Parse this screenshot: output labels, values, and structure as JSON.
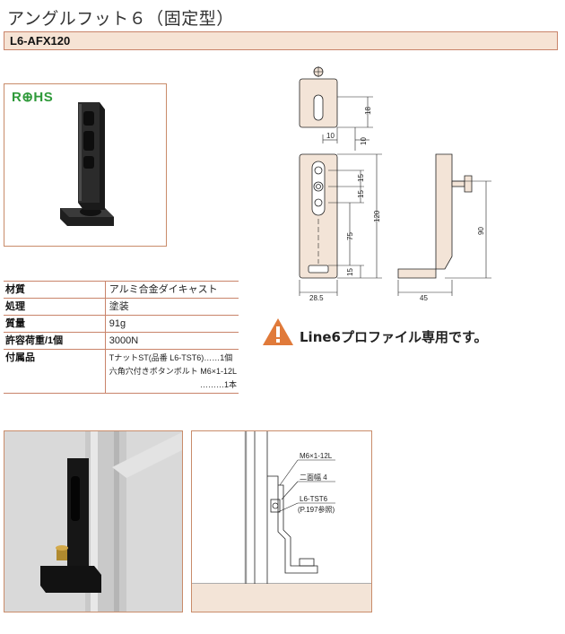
{
  "title": "アングルフット６（固定型）",
  "model": "L6-AFX120",
  "rohs": "R⊕HS",
  "specs": [
    {
      "label": "材質",
      "value": "アルミ合金ダイキャスト"
    },
    {
      "label": "処理",
      "value": "塗装"
    },
    {
      "label": "質量",
      "value": "91g"
    },
    {
      "label": "許容荷重/1個",
      "value": "3000N"
    }
  ],
  "accessories": {
    "label": "付属品",
    "line1": "TナットST(品番 L6-TST6)……1個",
    "line2": "六角穴付きボタンボルト M6×1-12L",
    "line3": "………1本"
  },
  "note": "Line6プロファイル専用です。",
  "dimensions": {
    "top_height": "18",
    "top_width": "10",
    "top_depth": "10",
    "hole_gap1": "15",
    "hole_gap2": "15",
    "total_height": "120",
    "span": "75",
    "bottom": "15",
    "width": "28.5",
    "side_height": "90",
    "side_depth": "45"
  },
  "install_labels": {
    "bolt": "M6×1-12L",
    "width_across": "二面幅 4",
    "nut": "L6-TST6",
    "nut_ref": "(P.197参照)"
  },
  "colors": {
    "accent_border": "#c9846a",
    "bar_fill": "#f6e3d4",
    "part_fill": "#f3e4d7",
    "rohs": "#2f9a3a",
    "warn": "#e07a3a"
  }
}
